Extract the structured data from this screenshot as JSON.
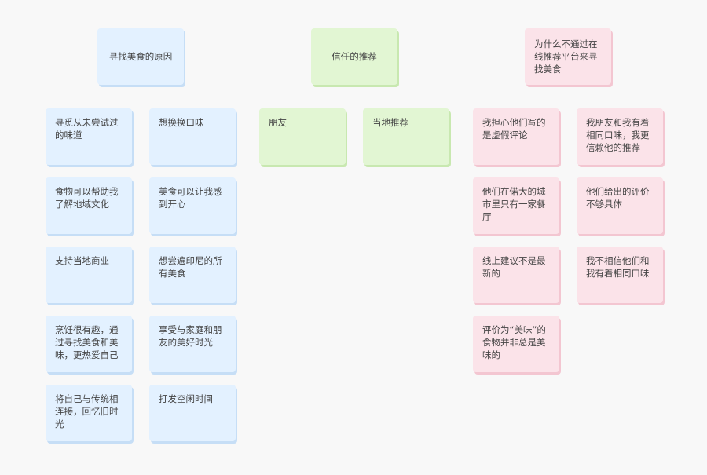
{
  "columns": {
    "reasons": {
      "header": "寻找美食的原因",
      "color": "#e3f1ff",
      "items": [
        "寻觅从未尝试过的味道",
        "想换换口味",
        "食物可以帮助我了解地域文化",
        "美食可以让我感到开心",
        "支持当地商业",
        "想尝遍印尼的所有美食",
        "烹饪很有趣，通过寻找美食和美味，更热爱自己",
        "享受与家庭和朋友的美好时光",
        "将自己与传统相连接，回忆旧时光",
        "打发空闲时间"
      ]
    },
    "trusted": {
      "header": "信任的推荐",
      "color": "#e2f6d3",
      "items": [
        "朋友",
        "当地推荐"
      ]
    },
    "why_not": {
      "header": "为什么不通过在线推荐平台来寻找美食",
      "color": "#fbe3e9",
      "items": [
        "我担心他们写的是虚假评论",
        "我朋友和我有着相同口味，我更信赖他的推荐",
        "他们在偌大的城市里只有一家餐厅",
        "他们给出的评价不够具体",
        "线上建议不是最新的",
        "我不相信他们和我有着相同口味",
        "评价为“美味”的食物并非总是美味的"
      ]
    }
  }
}
